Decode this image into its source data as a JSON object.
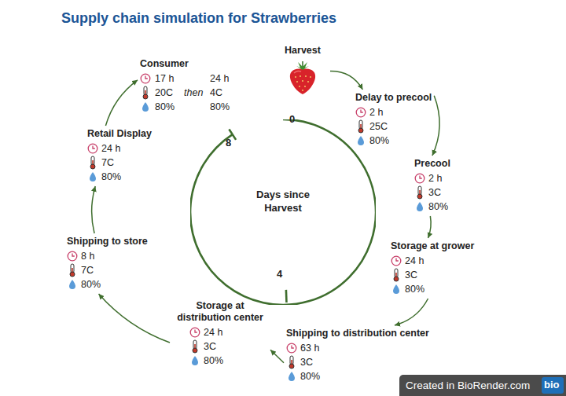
{
  "diagram": {
    "title": "Supply chain simulation for Strawberries",
    "nodes": [
      {
        "text": [
          "Harvest"
        ]
      },
      {
        "text": [
          "Delay to precool",
          "2 h",
          "25C",
          "80%"
        ]
      },
      {
        "text": [
          "Precool",
          "2 h",
          "3C",
          "80%"
        ]
      },
      {
        "text": [
          "Storage at grower",
          "24 h",
          "3C",
          "80%"
        ]
      },
      {
        "text": [
          "Shipping to distribution center",
          "63 h",
          "3C",
          "80%"
        ]
      },
      {
        "text": [
          "Storage at distribution center",
          "24 h",
          "3C",
          "80%"
        ]
      },
      {
        "text": [
          "Shipping to store",
          "8 h",
          "7C",
          "80%"
        ]
      },
      {
        "text": [
          "Retail Display",
          "24 h",
          "7C",
          "80%"
        ]
      },
      {
        "text": [
          "Consumer",
          "17 h",
          "24 h",
          "20C",
          "then",
          "4C",
          "80%",
          "80%"
        ]
      },
      {
        "text": [
          "Days since Harvest"
        ]
      }
    ],
    "edges": [
      {
        "from": 0,
        "to": 1,
        "arrow": "to"
      },
      {
        "from": 1,
        "to": 2,
        "arrow": "to"
      },
      {
        "from": 2,
        "to": 3,
        "arrow": "to"
      },
      {
        "from": 3,
        "to": 4,
        "arrow": "to"
      },
      {
        "from": 4,
        "to": 5,
        "arrow": "to"
      },
      {
        "from": 5,
        "to": 6,
        "arrow": "to"
      },
      {
        "from": 6,
        "to": 7,
        "arrow": "to"
      },
      {
        "from": 7,
        "to": 8,
        "arrow": "to"
      }
    ],
    "labels": [
      "0",
      "4",
      "8",
      "Created in BioRender.com",
      "bio"
    ]
  }
}
